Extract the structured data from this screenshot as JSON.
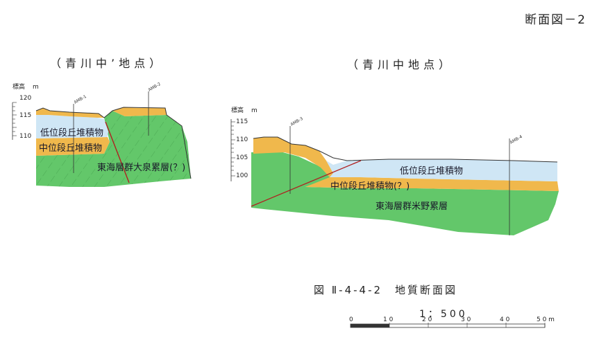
{
  "sheet_id": "断面図－2",
  "figure_caption": "図 Ⅱ-4-4-2　地質断面図",
  "scale": {
    "ratio": "1：500",
    "ticks": [
      "0",
      "1 0",
      "2 0",
      "3 0",
      "4 0",
      "5 0 m"
    ]
  },
  "sections": {
    "left": {
      "title": "（青川中’地点）",
      "axis_label": "標高",
      "axis_unit": "m",
      "elevation_ticks": [
        "120",
        "115",
        "110"
      ],
      "boreholes": [
        "AMB-1",
        "AMB-2"
      ],
      "layers": {
        "lower_terrace": "低位段丘堆積物",
        "middle_terrace": "中位段丘堆積物",
        "basement": "東海層群大泉累層(？)"
      }
    },
    "right": {
      "title": "（青川中地点）",
      "axis_label": "標高",
      "axis_unit": "m",
      "elevation_ticks": [
        "115",
        "110",
        "105",
        "100"
      ],
      "boreholes": [
        "AMB-3",
        "AMB-4"
      ],
      "layers": {
        "lower_terrace": "低位段丘堆積物",
        "middle_terrace": "中位段丘堆積物(？)",
        "basement": "東海層群米野累層"
      }
    }
  },
  "colors": {
    "green": "#63c76a",
    "orange": "#f0b84c",
    "blue": "#cfe6f5",
    "line": "#333333",
    "fault": "#b02020"
  }
}
